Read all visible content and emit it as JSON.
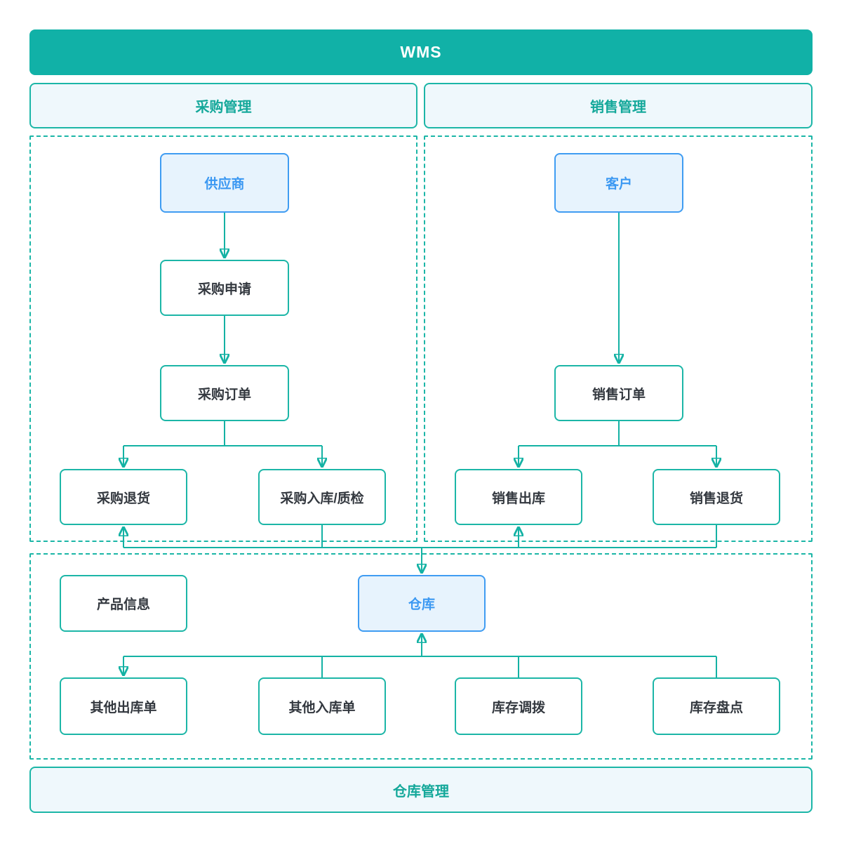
{
  "colors": {
    "teal": "#11b1a7",
    "teal_line": "#14b2a4",
    "section_fill": "#eff8fc",
    "section_text": "#14a89a",
    "blue_node_fill": "#e7f3fd",
    "blue_node_border": "#3f9cf2",
    "blue_node_text": "#3b98f2",
    "node_text": "#33383f",
    "node_border": "#1cb6a7"
  },
  "banner": {
    "title": "WMS"
  },
  "sections": {
    "purchase": {
      "label": "采购管理"
    },
    "sales": {
      "label": "销售管理"
    },
    "warehouse": {
      "label": "仓库管理"
    }
  },
  "nodes": {
    "supplier": {
      "label": "供应商"
    },
    "purchase_request": {
      "label": "采购申请"
    },
    "purchase_order": {
      "label": "采购订单"
    },
    "purchase_return": {
      "label": "采购退货"
    },
    "purchase_inbound_qc": {
      "label": "采购入库/质检"
    },
    "customer": {
      "label": "客户"
    },
    "sales_order": {
      "label": "销售订单"
    },
    "sales_outbound": {
      "label": "销售出库"
    },
    "sales_return": {
      "label": "销售退货"
    },
    "product_info": {
      "label": "产品信息"
    },
    "warehouse": {
      "label": "仓库"
    },
    "other_outbound": {
      "label": "其他出库单"
    },
    "other_inbound": {
      "label": "其他入库单"
    },
    "stock_transfer": {
      "label": "库存调拨"
    },
    "stock_count": {
      "label": "库存盘点"
    }
  },
  "edges": [
    {
      "from": "supplier",
      "to": "purchase_request"
    },
    {
      "from": "purchase_request",
      "to": "purchase_order"
    },
    {
      "from": "purchase_order",
      "to": "purchase_return"
    },
    {
      "from": "purchase_order",
      "to": "purchase_inbound_qc"
    },
    {
      "from": "customer",
      "to": "sales_order"
    },
    {
      "from": "sales_order",
      "to": "sales_outbound"
    },
    {
      "from": "sales_order",
      "to": "sales_return"
    },
    {
      "from": "purchase_inbound_qc",
      "to": "warehouse"
    },
    {
      "from": "sales_return",
      "to": "warehouse"
    },
    {
      "from": "warehouse",
      "to": "purchase_return"
    },
    {
      "from": "warehouse",
      "to": "sales_outbound"
    },
    {
      "from": "warehouse",
      "to": "other_outbound"
    },
    {
      "from": "other_inbound",
      "to": "warehouse"
    },
    {
      "from": "stock_transfer",
      "to": "warehouse"
    },
    {
      "from": "stock_count",
      "to": "warehouse"
    }
  ]
}
